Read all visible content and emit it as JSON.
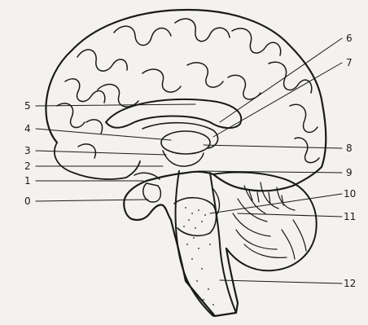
{
  "figure": {
    "description_labels": [
      {
        "id": "label-0",
        "text": "0"
      },
      {
        "id": "label-1",
        "text": "1"
      },
      {
        "id": "label-2",
        "text": "2"
      },
      {
        "id": "label-3",
        "text": "3"
      },
      {
        "id": "label-4",
        "text": "4"
      },
      {
        "id": "label-5",
        "text": "5"
      },
      {
        "id": "label-6",
        "text": "6"
      },
      {
        "id": "label-7",
        "text": "7"
      },
      {
        "id": "label-8",
        "text": "8"
      },
      {
        "id": "label-9",
        "text": "9"
      },
      {
        "id": "label-10",
        "text": "10"
      },
      {
        "id": "label-11",
        "text": "11"
      },
      {
        "id": "label-12",
        "text": "12"
      }
    ],
    "colors": {
      "paper": "#f4f2ee",
      "ink": "#1a1a1a"
    }
  }
}
